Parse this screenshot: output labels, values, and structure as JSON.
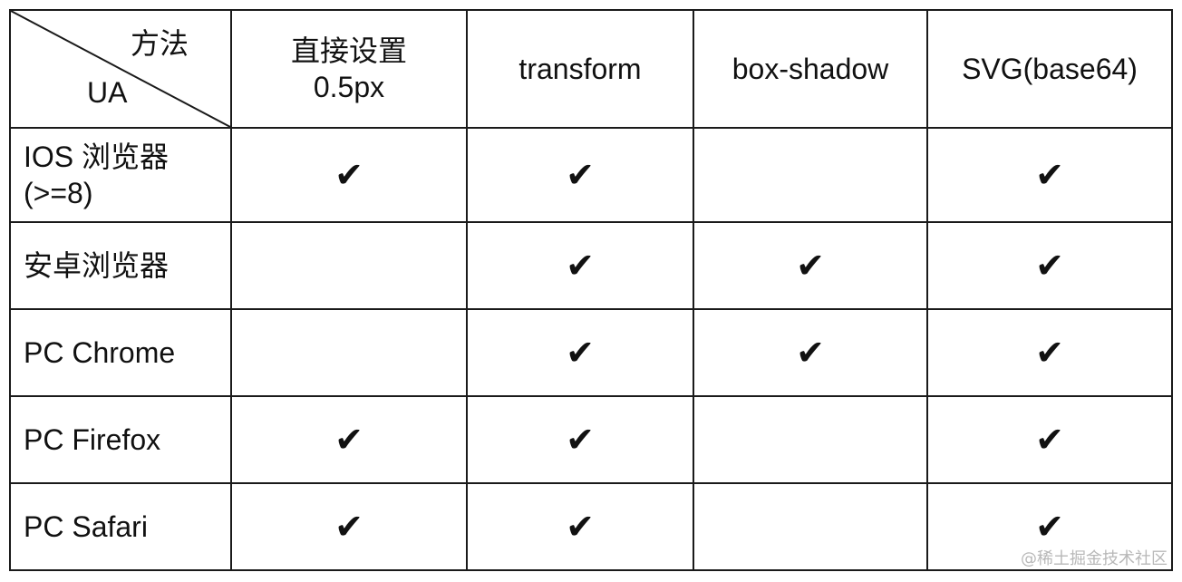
{
  "table": {
    "corner": {
      "method_label": "方法",
      "ua_label": "UA"
    },
    "columns": [
      {
        "line1": "直接设置",
        "line2": "0.5px"
      },
      {
        "line1": "transform",
        "line2": ""
      },
      {
        "line1": "box-shadow",
        "line2": ""
      },
      {
        "line1": "SVG(base64)",
        "line2": ""
      }
    ],
    "check_symbol": "✔",
    "rows": [
      {
        "ua_line1": "IOS 浏览器",
        "ua_line2": "(>=8)",
        "c0": "✔",
        "c1": "✔",
        "c2": "",
        "c3": "✔"
      },
      {
        "ua_line1": "安卓浏览器",
        "ua_line2": "",
        "c0": "",
        "c1": "✔",
        "c2": "✔",
        "c3": "✔"
      },
      {
        "ua_line1": "PC Chrome",
        "ua_line2": "",
        "c0": "",
        "c1": "✔",
        "c2": "✔",
        "c3": "✔"
      },
      {
        "ua_line1": "PC Firefox",
        "ua_line2": "",
        "c0": "✔",
        "c1": "✔",
        "c2": "",
        "c3": "✔"
      },
      {
        "ua_line1": "PC Safari",
        "ua_line2": "",
        "c0": "✔",
        "c1": "✔",
        "c2": "",
        "c3": "✔"
      }
    ]
  },
  "watermark": "@稀土掘金技术社区"
}
